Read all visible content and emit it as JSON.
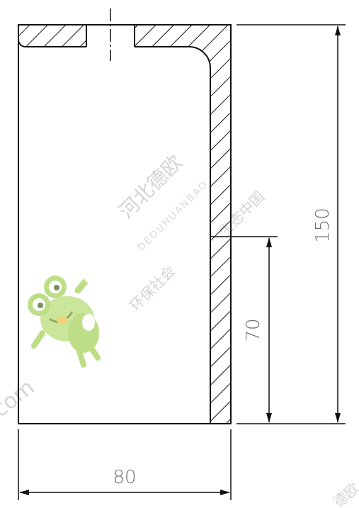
{
  "dimensions": {
    "width": "80",
    "height": "150",
    "lower_height": "70"
  },
  "watermark": {
    "company": "河北德欧",
    "pinyin": "DEOUHUANBAO",
    "slogan_1": "生态中国",
    "slogan_2": "环保社会",
    "domain_fragment": "com",
    "corner_fragment": "德欧"
  },
  "colors": {
    "line": "#111111",
    "dimension_text": "#6f6f6f",
    "watermark": "#cfcfcf",
    "mascot_green": "#9acd32"
  },
  "icons": {
    "mascot": "frog-mascot-icon"
  }
}
